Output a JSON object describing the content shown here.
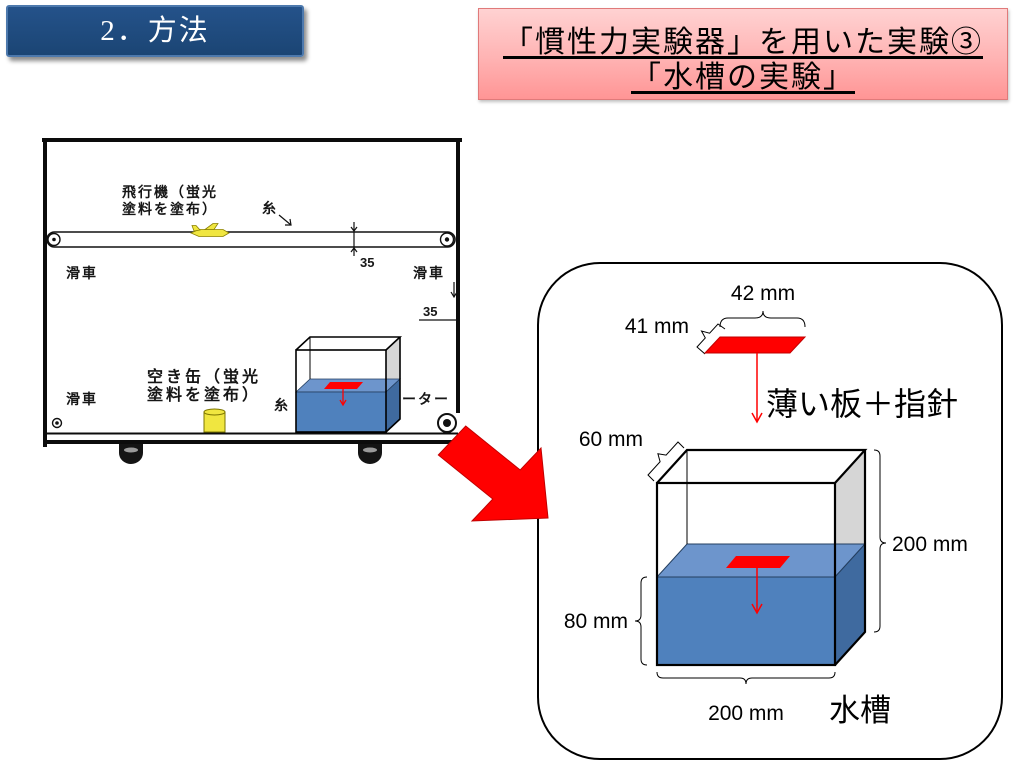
{
  "header": {
    "section_title": "2．方法",
    "slide_title_line1": "「慣性力実験器」を用いた実験③",
    "slide_title_line2": "「水槽の実験」"
  },
  "apparatus_figure": {
    "airplane_label_line1": "飛行機（蛍光",
    "airplane_label_line2": "塗料を塗布）",
    "thread_label_top": "糸",
    "dimension_top": "35",
    "pulley_label_top_left": "滑車",
    "pulley_label_top_right": "滑車",
    "dimension_right": "35",
    "can_label_line1": "空き缶（蛍光",
    "can_label_line2": "塗料を塗布）",
    "thread_label_bottom": "糸",
    "pulley_label_bottom_left": "滑車",
    "motor_label_visible": "ーター"
  },
  "tank_figure": {
    "plate_width": "42 mm",
    "plate_depth": "41 mm",
    "plate_caption": "薄い板＋指針",
    "tank_depth": "60 mm",
    "tank_height": "200 mm",
    "water_height": "80 mm",
    "tank_width": "200 mm",
    "tank_caption": "水槽"
  },
  "colors": {
    "section_title_bg": "#1b4574",
    "heading_bg_top": "#ffd2d2",
    "heading_bg_bottom": "#ff9595",
    "arrow_red": "#ff0000",
    "water_front": "#4f81bd",
    "water_surface": "#6d95cc",
    "water_side": "#3f6a9f",
    "glass_side": "#d6d6d6",
    "marker_yellow": "#f0e640"
  }
}
